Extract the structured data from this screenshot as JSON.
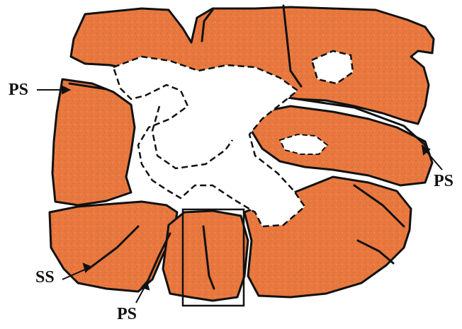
{
  "figure": {
    "labels": {
      "ps_left_upper": "PS",
      "ps_right": "PS",
      "ss_left_lower": "SS",
      "ps_bottom": "PS"
    }
  },
  "colors": {
    "tissue": "#e9783e",
    "tissue_speckle": "#c7683a",
    "outline": "#111111",
    "white_matter": "#ffffff"
  }
}
